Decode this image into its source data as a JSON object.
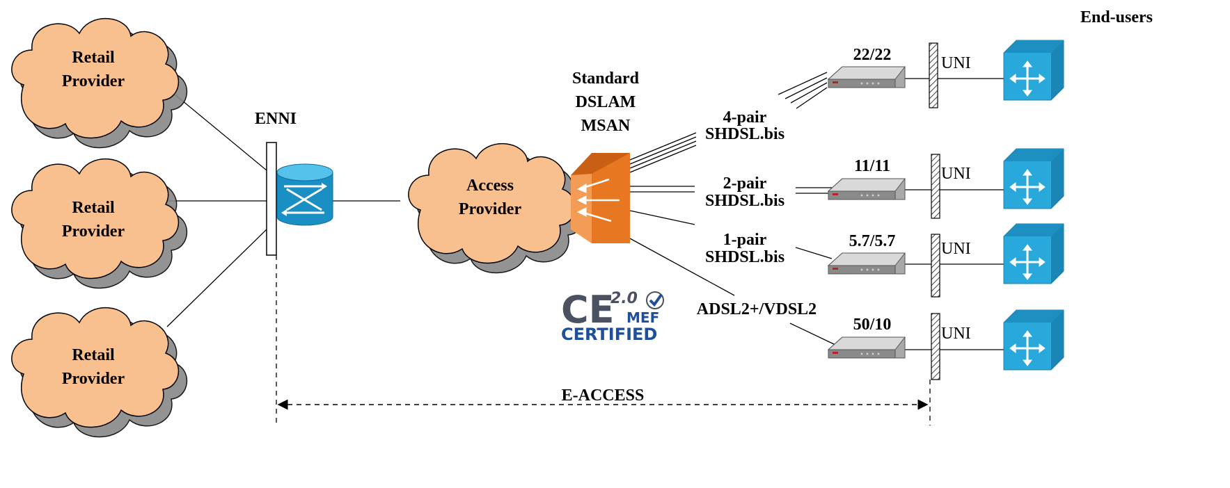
{
  "labels": {
    "end_users": "End-users",
    "retail_provider_1": [
      "Retail",
      "Provider"
    ],
    "retail_provider_2": [
      "Retail",
      "Provider"
    ],
    "retail_provider_3": [
      "Retail",
      "Provider"
    ],
    "enni": "ENNI",
    "access_provider": [
      "Access",
      "Provider"
    ],
    "dslam": [
      "Standard",
      "DSLAM",
      "MSAN"
    ],
    "link_4pair": [
      "4-pair",
      "SHDSL.bis"
    ],
    "link_2pair": [
      "2-pair",
      "SHDSL.bis"
    ],
    "link_1pair": [
      "1-pair",
      "SHDSL.bis"
    ],
    "link_adsl": "ADSL2+/VDSL2",
    "rate_1": "22/22",
    "rate_2": "11/11",
    "rate_3": "5.7/5.7",
    "rate_4": "50/10",
    "uni": "UNI",
    "e_access": "E-ACCESS"
  },
  "logo": {
    "main": "CE",
    "version": "2.0",
    "line1": "MEF",
    "line2": "CERTIFIED"
  },
  "colors": {
    "cloud_fill": "#f9c08f",
    "router_fill": "#1aa0d6",
    "dslam_fill": "#e87722",
    "switch_fill": "#29a8db",
    "logo_blue": "#1f4f9a"
  }
}
